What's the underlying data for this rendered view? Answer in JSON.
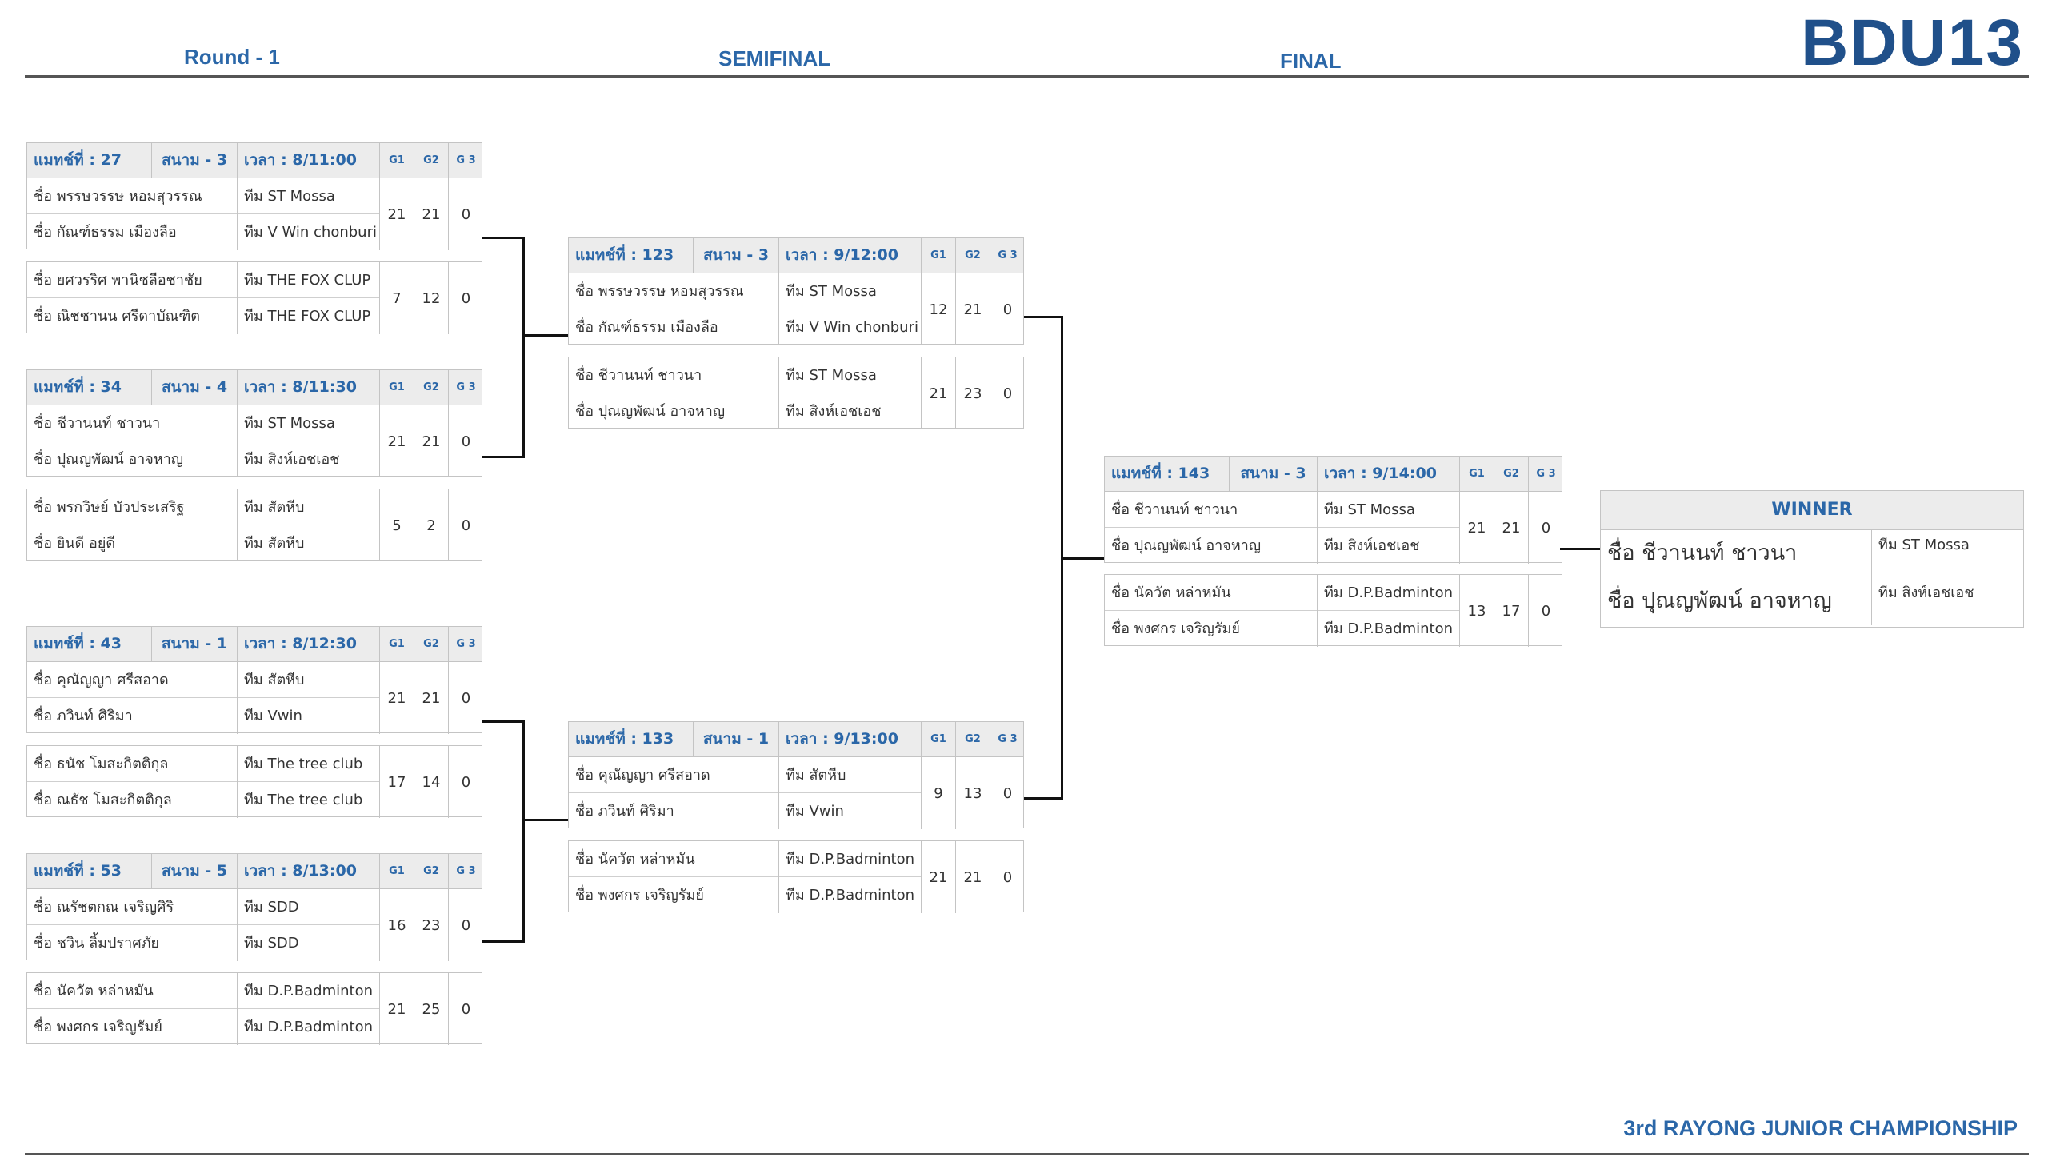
{
  "headers": {
    "round1": "Round - 1",
    "semifinal": "SEMIFINAL",
    "final": "FINAL",
    "brand": "BDU13",
    "footer": "3rd RAYONG JUNIOR CHAMPIONSHIP",
    "winner_title": "WINNER",
    "g1": "G1",
    "g2": "G2",
    "g3": "G 3"
  },
  "r1_matches": [
    {
      "match": "แมทช์ที่ : 27",
      "court": "สนาม - 3",
      "time": "เวลา : 8/11:00",
      "sideA": {
        "p1": "ชื่อ พรรษวรรษ หอมสุวรรณ",
        "t1": "ทีม ST Mossa",
        "p2": "ชื่อ กัณฑ์ธรรม เมืองลือ",
        "t2": "ทีม V Win chonburi",
        "g1": "21",
        "g2": "21",
        "g3": "0"
      },
      "sideB": {
        "p1": "ชื่อ ยศวรริศ พานิชลือชาชัย",
        "t1": "ทีม THE FOX CLUP",
        "p2": "ชื่อ ณิชชานน ศรีดาบัณฑิต",
        "t2": "ทีม THE FOX CLUP",
        "g1": "7",
        "g2": "12",
        "g3": "0"
      }
    },
    {
      "match": "แมทช์ที่ : 34",
      "court": "สนาม - 4",
      "time": "เวลา : 8/11:30",
      "sideA": {
        "p1": "ชื่อ ชีวานนท์ ชาวนา",
        "t1": "ทีม ST Mossa",
        "p2": "ชื่อ ปุณญพัฒน์ อาจหาญ",
        "t2": "ทีม สิงห์เอชเอช",
        "g1": "21",
        "g2": "21",
        "g3": "0"
      },
      "sideB": {
        "p1": "ชื่อ พรกวิษย์ บัวประเสริฐ",
        "t1": "ทีม สัตหีบ",
        "p2": "ชื่อ ยินดี อยู่ดี",
        "t2": "ทีม สัตหีบ",
        "g1": "5",
        "g2": "2",
        "g3": "0"
      }
    },
    {
      "match": "แมทช์ที่ : 43",
      "court": "สนาม - 1",
      "time": "เวลา : 8/12:30",
      "sideA": {
        "p1": "ชื่อ คุณัญญา ศรีสอาด",
        "t1": "ทีม สัตหีบ",
        "p2": "ชื่อ ภวินท์ ศิริมา",
        "t2": "ทีม Vwin",
        "g1": "21",
        "g2": "21",
        "g3": "0"
      },
      "sideB": {
        "p1": "ชื่อ ธนัช โมสะกิตติกุล",
        "t1": "ทีม The tree club",
        "p2": "ชื่อ ณธัช โมสะกิตติกุล",
        "t2": "ทีม The tree club",
        "g1": "17",
        "g2": "14",
        "g3": "0"
      }
    },
    {
      "match": "แมทช์ที่ : 53",
      "court": "สนาม - 5",
      "time": "เวลา : 8/13:00",
      "sideA": {
        "p1": "ชื่อ ณรัชตกณ เจริญศิริ",
        "t1": "ทีม SDD",
        "p2": "ชื่อ ชวิน ลิ้มปราศภัย",
        "t2": "ทีม SDD",
        "g1": "16",
        "g2": "23",
        "g3": "0"
      },
      "sideB": {
        "p1": "ชื่อ นัควัต หล่าหมัน",
        "t1": "ทีม D.P.Badminton",
        "p2": "ชื่อ พงศกร เจริญรัมย์",
        "t2": "ทีม D.P.Badminton",
        "g1": "21",
        "g2": "25",
        "g3": "0"
      }
    }
  ],
  "sf_matches": [
    {
      "match": "แมทช์ที่ : 123",
      "court": "สนาม - 3",
      "time": "เวลา : 9/12:00",
      "sideA": {
        "p1": "ชื่อ พรรษวรรษ หอมสุวรรณ",
        "t1": "ทีม ST Mossa",
        "p2": "ชื่อ กัณฑ์ธรรม เมืองลือ",
        "t2": "ทีม V Win chonburi",
        "g1": "12",
        "g2": "21",
        "g3": "0"
      },
      "sideB": {
        "p1": "ชื่อ ชีวานนท์ ชาวนา",
        "t1": "ทีม ST Mossa",
        "p2": "ชื่อ ปุณญพัฒน์ อาจหาญ",
        "t2": "ทีม สิงห์เอชเอช",
        "g1": "21",
        "g2": "23",
        "g3": "0"
      }
    },
    {
      "match": "แมทช์ที่ : 133",
      "court": "สนาม - 1",
      "time": "เวลา : 9/13:00",
      "sideA": {
        "p1": "ชื่อ คุณัญญา ศรีสอาด",
        "t1": "ทีม สัตหีบ",
        "p2": "ชื่อ ภวินท์ ศิริมา",
        "t2": "ทีม Vwin",
        "g1": "9",
        "g2": "13",
        "g3": "0"
      },
      "sideB": {
        "p1": "ชื่อ นัควัต หล่าหมัน",
        "t1": "ทีม D.P.Badminton",
        "p2": "ชื่อ พงศกร เจริญรัมย์",
        "t2": "ทีม D.P.Badminton",
        "g1": "21",
        "g2": "21",
        "g3": "0"
      }
    }
  ],
  "final_match": {
    "match": "แมทช์ที่ : 143",
    "court": "สนาม - 3",
    "time": "เวลา : 9/14:00",
    "sideA": {
      "p1": "ชื่อ ชีวานนท์ ชาวนา",
      "t1": "ทีม ST Mossa",
      "p2": "ชื่อ ปุณญพัฒน์ อาจหาญ",
      "t2": "ทีม สิงห์เอชเอช",
      "g1": "21",
      "g2": "21",
      "g3": "0"
    },
    "sideB": {
      "p1": "ชื่อ นัควัต หล่าหมัน",
      "t1": "ทีม D.P.Badminton",
      "p2": "ชื่อ พงศกร เจริญรัมย์",
      "t2": "ทีม D.P.Badminton",
      "g1": "13",
      "g2": "17",
      "g3": "0"
    }
  },
  "winner": {
    "p1": "ชื่อ ชีวานนท์ ชาวนา",
    "t1": "ทีม ST Mossa",
    "p2": "ชื่อ ปุณญพัฒน์ อาจหาญ",
    "t2": "ทีม สิงห์เอชเอช"
  }
}
